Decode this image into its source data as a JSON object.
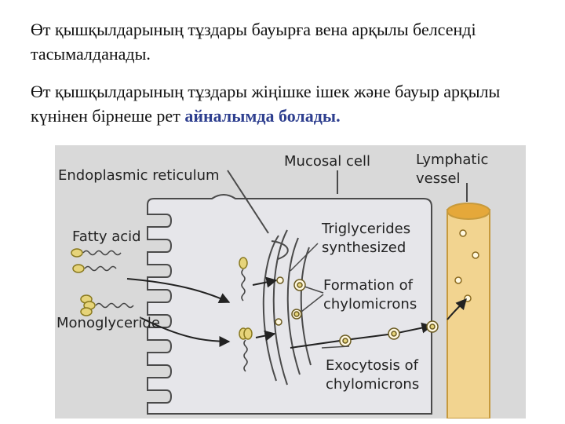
{
  "text": {
    "para1": "Өт қышқылдарының тұздары бауырға вена арқылы белсенді тасымалданады.",
    "para2_plain": "Өт қышқылдарының тұздары жіңішке ішек және бауыр арқылы күнінен бірнеше рет ",
    "para2_highlight": "айналымда болады."
  },
  "diagram": {
    "labels": {
      "endoplasmic_reticulum": "Endoplasmic reticulum",
      "mucosal_cell": "Mucosal cell",
      "lymphatic_line1": "Lymphatic",
      "lymphatic_line2": "vessel",
      "fatty_acid": "Fatty acid",
      "monoglyceride": "Monoglyceride",
      "triglycerides_line1": "Triglycerides",
      "triglycerides_line2": "synthesized",
      "formation_line1": "Formation of",
      "formation_line2": "chylomicrons",
      "exocytosis_line1": "Exocytosis of",
      "exocytosis_line2": "chylomicrons"
    },
    "colors": {
      "background": "#d9d9d9",
      "cell": "#e6e6ea",
      "outline": "#4a4a4a",
      "vessel": "#f2d490",
      "vessel_edge": "#c79a3c",
      "fat_droplet": "#e6d47a"
    }
  }
}
